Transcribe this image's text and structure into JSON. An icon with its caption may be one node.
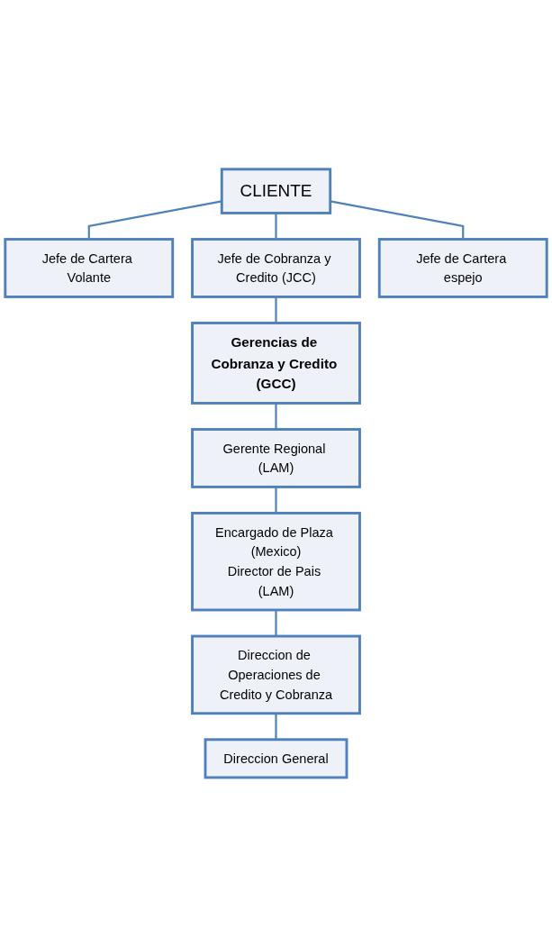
{
  "diagram": {
    "nodes": [
      {
        "text": [
          "CLIENTE"
        ]
      },
      {
        "text": [
          "Jefe de Cartera Volante"
        ]
      },
      {
        "text": [
          "Jefe de Cobranza y Credito (JCC)"
        ]
      },
      {
        "text": [
          "Jefe de Cartera espejo"
        ]
      },
      {
        "text": [
          "Gerencias de Cobranza y Credito (GCC)"
        ]
      },
      {
        "text": [
          "Gerente Regional (LAM)"
        ]
      },
      {
        "text": [
          "Encargado de Plaza (Mexico)",
          "Director de Pais (LAM)"
        ]
      },
      {
        "text": [
          "Direccion de Operaciones de Credito y Cobranza"
        ]
      },
      {
        "text": [
          "Direccion General"
        ]
      }
    ],
    "edges": [
      {
        "from": 0,
        "to": 1,
        "arrow": "none"
      },
      {
        "from": 0,
        "to": 2,
        "arrow": "none"
      },
      {
        "from": 0,
        "to": 3,
        "arrow": "none"
      },
      {
        "from": 2,
        "to": 4,
        "arrow": "none"
      },
      {
        "from": 4,
        "to": 5,
        "arrow": "none"
      },
      {
        "from": 5,
        "to": 6,
        "arrow": "none"
      },
      {
        "from": 6,
        "to": 7,
        "arrow": "none"
      },
      {
        "from": 7,
        "to": 8,
        "arrow": "none"
      }
    ]
  }
}
